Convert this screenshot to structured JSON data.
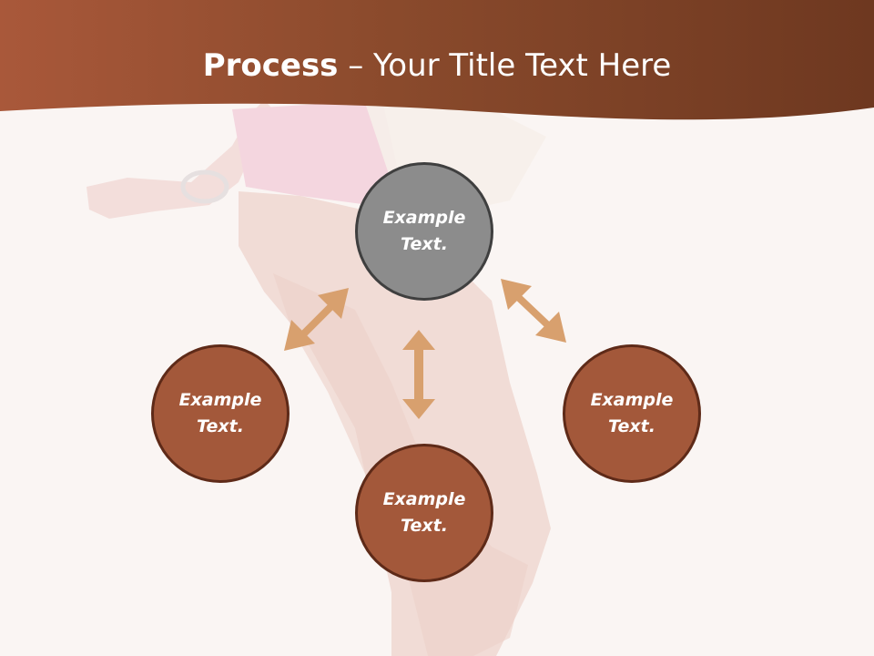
{
  "slide": {
    "title_bold": "Process",
    "title_rest": " – Your Title Text Here"
  },
  "nodes": {
    "top": "Example Text.",
    "left": "Example Text.",
    "right": "Example Text.",
    "bottom": "Example Text."
  },
  "colors": {
    "header_brown": "#8e4a2c",
    "node_brown": "#a3583a",
    "node_gray": "#8c8c8c",
    "arrow": "#d8a06e"
  }
}
